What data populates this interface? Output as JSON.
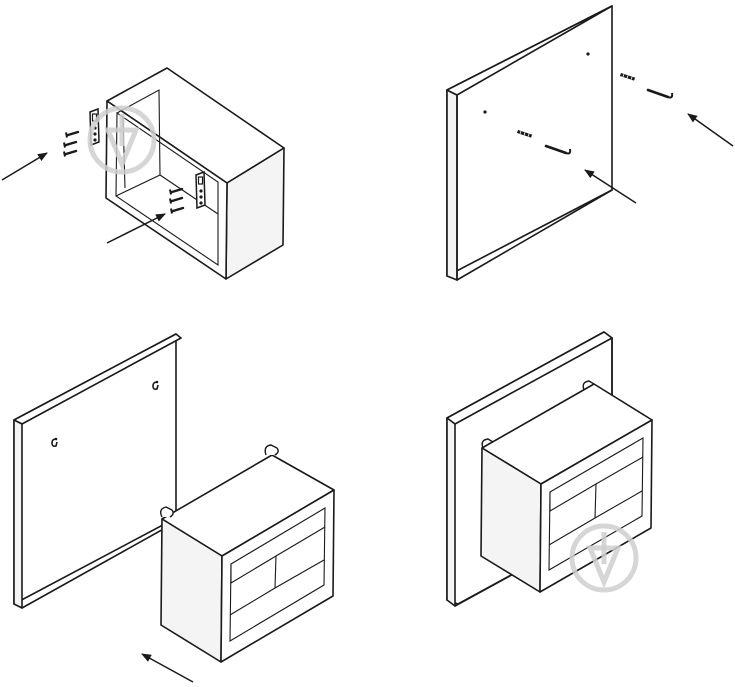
{
  "diagram": {
    "steps": [
      {
        "id": 1,
        "content": "cube-with-hanger-brackets-and-screws"
      },
      {
        "id": 2,
        "content": "panel-with-wall-plugs-and-hooks"
      },
      {
        "id": 3,
        "content": "panel-with-hooks-and-cube-aligning"
      },
      {
        "id": 4,
        "content": "cube-hung-on-panel"
      }
    ],
    "colors": {
      "stroke": "#1a1a1a",
      "face_light": "#ffffff",
      "face_shade": "#f4f4f4",
      "watermark": "#cfcfcf"
    },
    "icons": [
      "hanger-bracket-icon",
      "screw-icon",
      "wall-plug-icon",
      "hook-icon",
      "arrow-icon",
      "watermark-logo-icon"
    ]
  }
}
